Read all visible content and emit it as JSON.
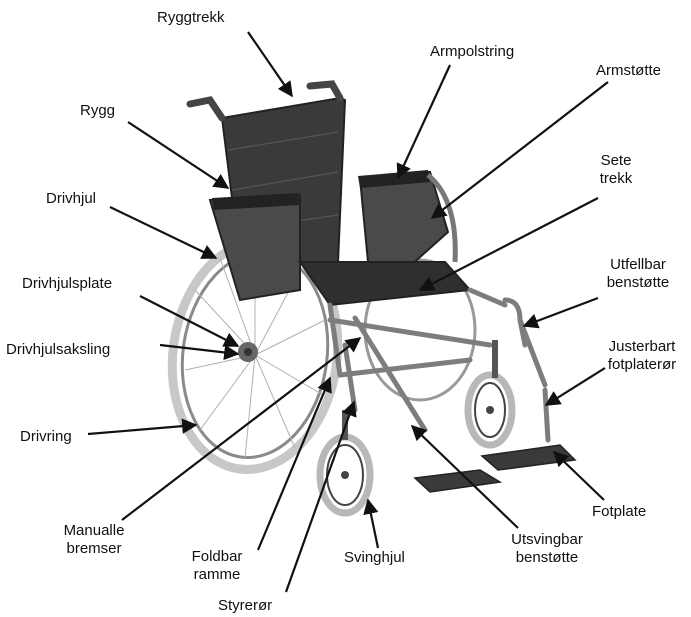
{
  "labels": {
    "ryggtrekk": "Ryggtrekk",
    "armpolstring": "Armpolstring",
    "armstotte": "Armstøtte",
    "rygg": "Rygg",
    "sete_trekk_line1": "Sete",
    "sete_trekk_line2": "trekk",
    "drivhjul": "Drivhjul",
    "utfellbar_line1": "Utfellbar",
    "utfellbar_line2": "benstøtte",
    "drivhjulsplate": "Drivhjulsplate",
    "justerbart_line1": "Justerbart",
    "justerbart_line2": "fotplaterør",
    "drivhjulsaksling": "Drivhjulsaksling",
    "drivring": "Drivring",
    "fotplate": "Fotplate",
    "manualle_line1": "Manualle",
    "manualle_line2": "bremser",
    "foldbar_line1": "Foldbar",
    "foldbar_line2": "ramme",
    "svinghjul": "Svinghjul",
    "utsvingbar_line1": "Utsvingbar",
    "utsvingbar_line2": "benstøtte",
    "styrerør": "Styrerør"
  },
  "colors": {
    "ink": "#111111",
    "frame": "#7d7d7d",
    "seat": "#3a3a3a",
    "tire": "#b8b8b8"
  }
}
